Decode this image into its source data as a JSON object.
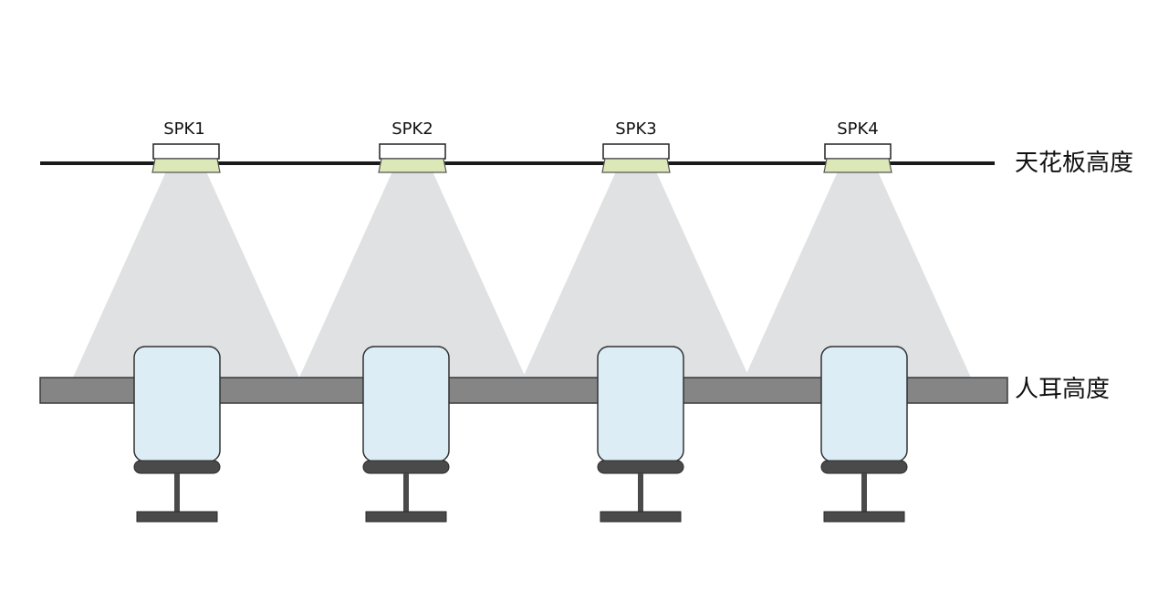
{
  "labels": {
    "ceiling": "天花板高度",
    "ear": "人耳高度"
  },
  "speakers": [
    {
      "label": "SPK1"
    },
    {
      "label": "SPK2"
    },
    {
      "label": "SPK3"
    },
    {
      "label": "SPK4"
    }
  ],
  "seat_count": 4,
  "colors": {
    "ceiling_line": "#1a1a1a",
    "speaker_top": "#ffffff",
    "speaker_face": "#dde8b8",
    "sound_cone": "#e0e1e2",
    "ear_band": "#858585",
    "seat_back": "#dcedf6",
    "seat_base": "#4a4a4a"
  }
}
